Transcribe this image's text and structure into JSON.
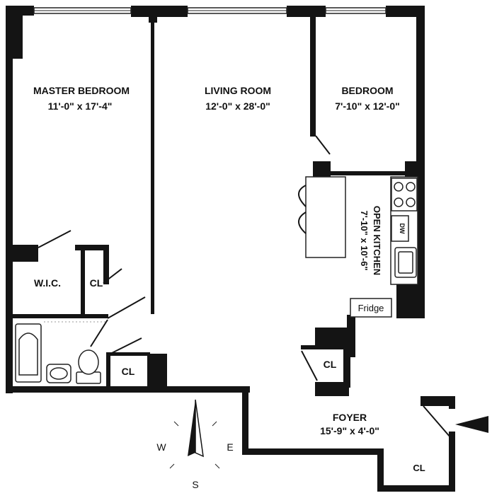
{
  "rooms": {
    "master_bedroom": {
      "name": "MASTER BEDROOM",
      "dims": "11'-0\" x 17'-4\""
    },
    "living_room": {
      "name": "LIVING ROOM",
      "dims": "12'-0\" x 28'-0\""
    },
    "bedroom": {
      "name": "BEDROOM",
      "dims": "7'-10\" x 12'-0\""
    },
    "open_kitchen": {
      "name": "OPEN KITCHEN",
      "dims": "7'-10\" x 10'-6\""
    },
    "foyer": {
      "name": "FOYER",
      "dims": "15'-9\" x 4'-0\""
    }
  },
  "closets": {
    "wic": "W.I.C.",
    "cl_master": "CL",
    "cl_bath": "CL",
    "cl_living": "CL",
    "cl_foyer": "CL"
  },
  "appliances": {
    "fridge": "Fridge",
    "dishwasher": "DW"
  },
  "compass": {
    "west": "W",
    "east": "E",
    "south": "S"
  },
  "colors": {
    "wall": "#141414",
    "background": "#ffffff"
  }
}
